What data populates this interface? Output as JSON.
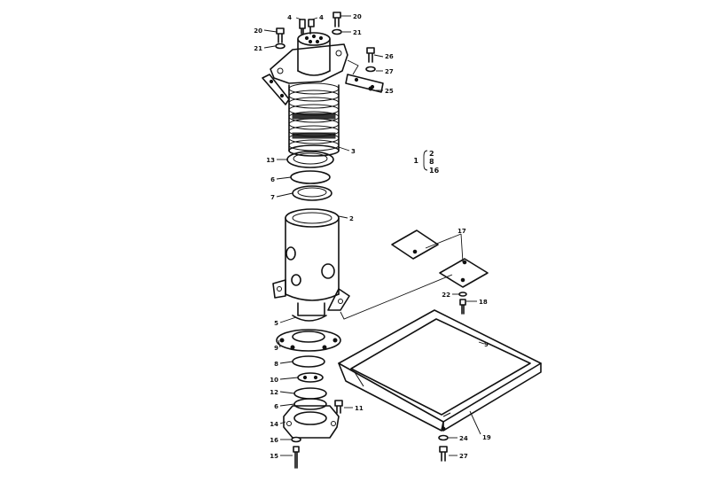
{
  "callouts": {
    "c_4a": "4",
    "c_4b": "4",
    "c_20a": "20",
    "c_20b": "20",
    "c_21a": "21",
    "c_21b": "21",
    "c_26": "26",
    "c_27a": "27",
    "c_25": "25",
    "c_3": "3",
    "c_13a": "13",
    "c_6a": "6",
    "c_7": "7",
    "c_2": "2",
    "c_17": "17",
    "c_22": "22",
    "c_18": "18",
    "c_5": "5",
    "c_9a": "9",
    "c_8": "8",
    "c_10": "10",
    "c_12": "12",
    "c_6b": "6",
    "c_14": "14",
    "c_11": "11",
    "c_16": "16",
    "c_15": "15",
    "c_9b": "9",
    "c_19": "19",
    "c_24": "24",
    "c_27b": "27"
  },
  "group": {
    "parent": "1",
    "child_a": "2",
    "child_b": "8",
    "child_c": "16"
  }
}
